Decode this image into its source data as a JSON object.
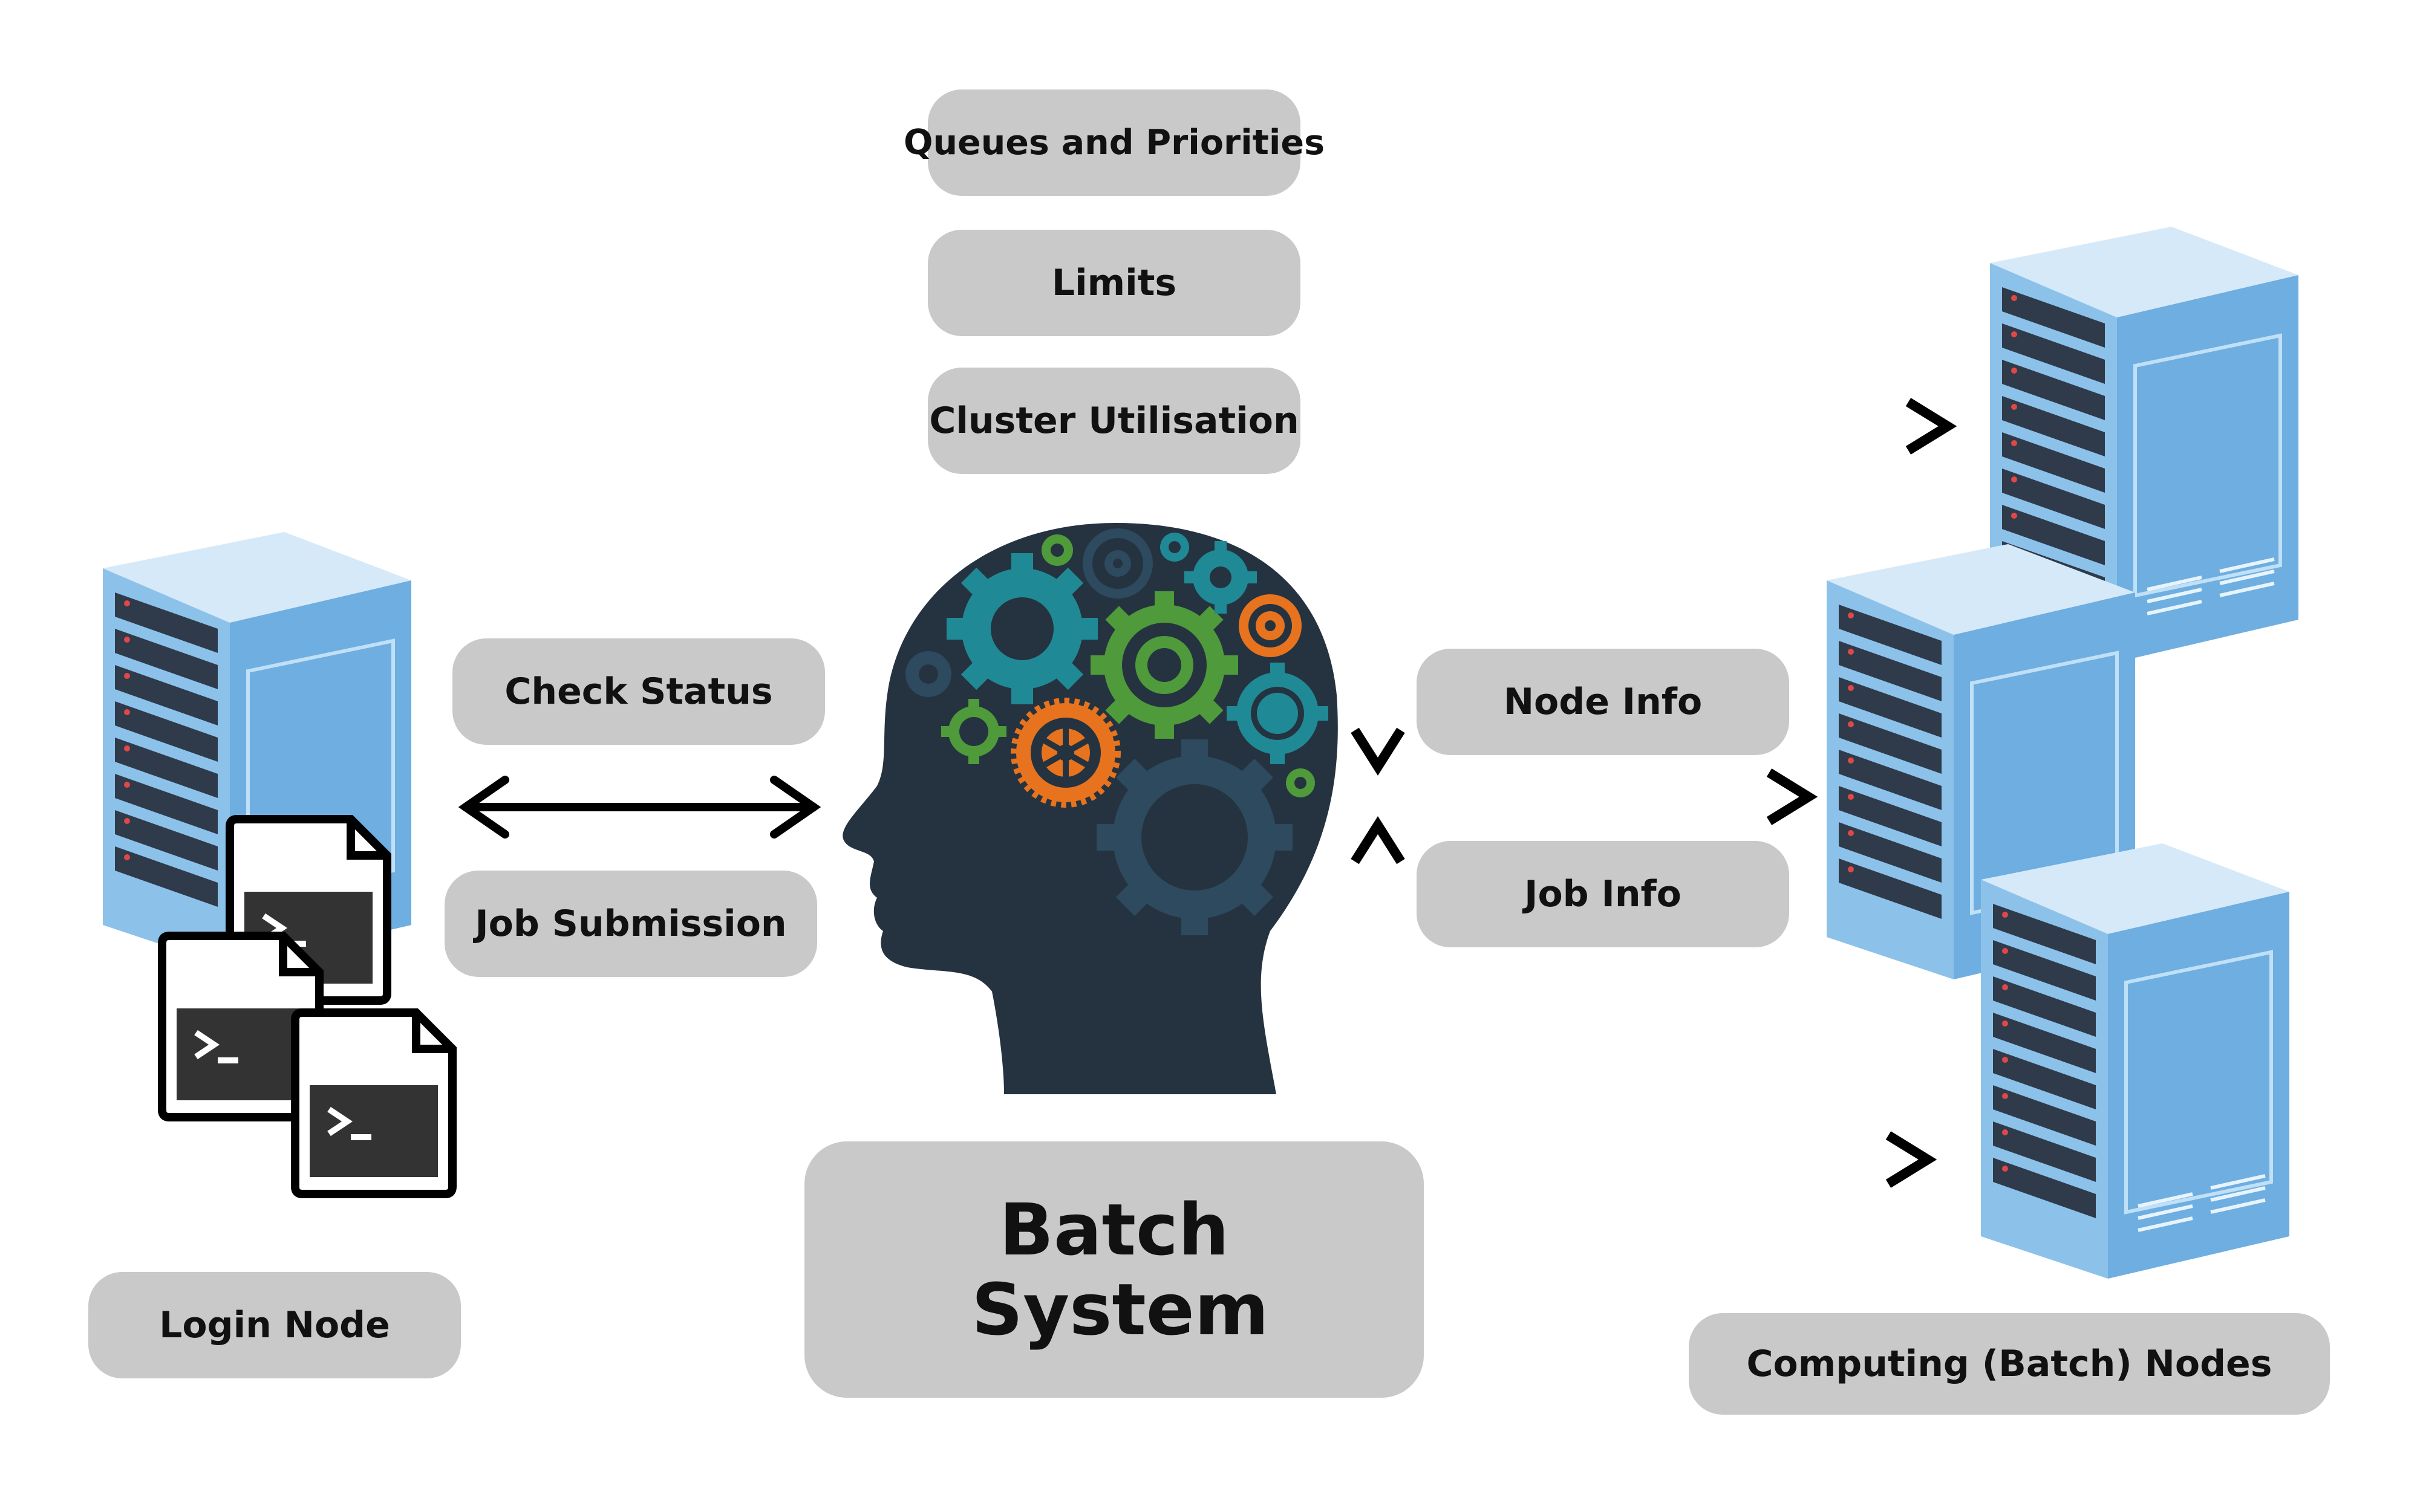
{
  "labels": {
    "queues": "Queues and Priorities",
    "limits": "Limits",
    "utilisation": "Cluster Utilisation",
    "check_status": "Check Status",
    "job_submission": "Job Submission",
    "node_info": "Node Info",
    "job_info": "Job Info",
    "login_node": "Login Node",
    "batch_line1": "Batch",
    "batch_line2": "System",
    "computing_nodes": "Computing (Batch) Nodes",
    "terminal_prompt": ">_"
  },
  "colors": {
    "pill_bg": "#c9c9c9",
    "server_light": "#d6e9f8",
    "server_front": "#6eaee0",
    "server_dark": "#2f3a4a",
    "head": "#253340",
    "gear_teal": "#1f8a96",
    "gear_green": "#4f9a3a",
    "gear_orange": "#e8731e",
    "gear_dark": "#2d4a5e"
  }
}
